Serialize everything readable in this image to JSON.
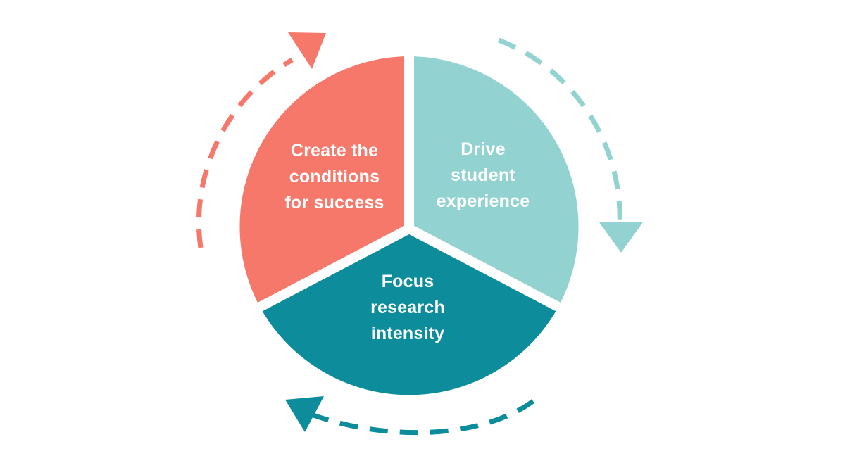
{
  "colors": {
    "coral": "#F5786A",
    "light_teal": "#92D3D1",
    "dark_teal": "#0D8C9C",
    "background": "#FFFFFF"
  },
  "segments": [
    {
      "id": "create",
      "color": "coral",
      "lines": [
        "Create the",
        "conditions",
        "for success"
      ]
    },
    {
      "id": "drive",
      "color": "light_teal",
      "lines": [
        "Drive",
        "student",
        "experience"
      ]
    },
    {
      "id": "focus",
      "color": "dark_teal",
      "lines": [
        "Focus",
        "research",
        "intensity"
      ]
    }
  ],
  "arrows": [
    {
      "id": "coral-cycle-arrow",
      "color": "coral",
      "style": "dashed",
      "direction": "clockwise"
    },
    {
      "id": "light-teal-cycle-arrow",
      "color": "light_teal",
      "style": "dashed",
      "direction": "clockwise"
    },
    {
      "id": "dark-teal-cycle-arrow",
      "color": "dark_teal",
      "style": "dashed",
      "direction": "clockwise"
    }
  ]
}
